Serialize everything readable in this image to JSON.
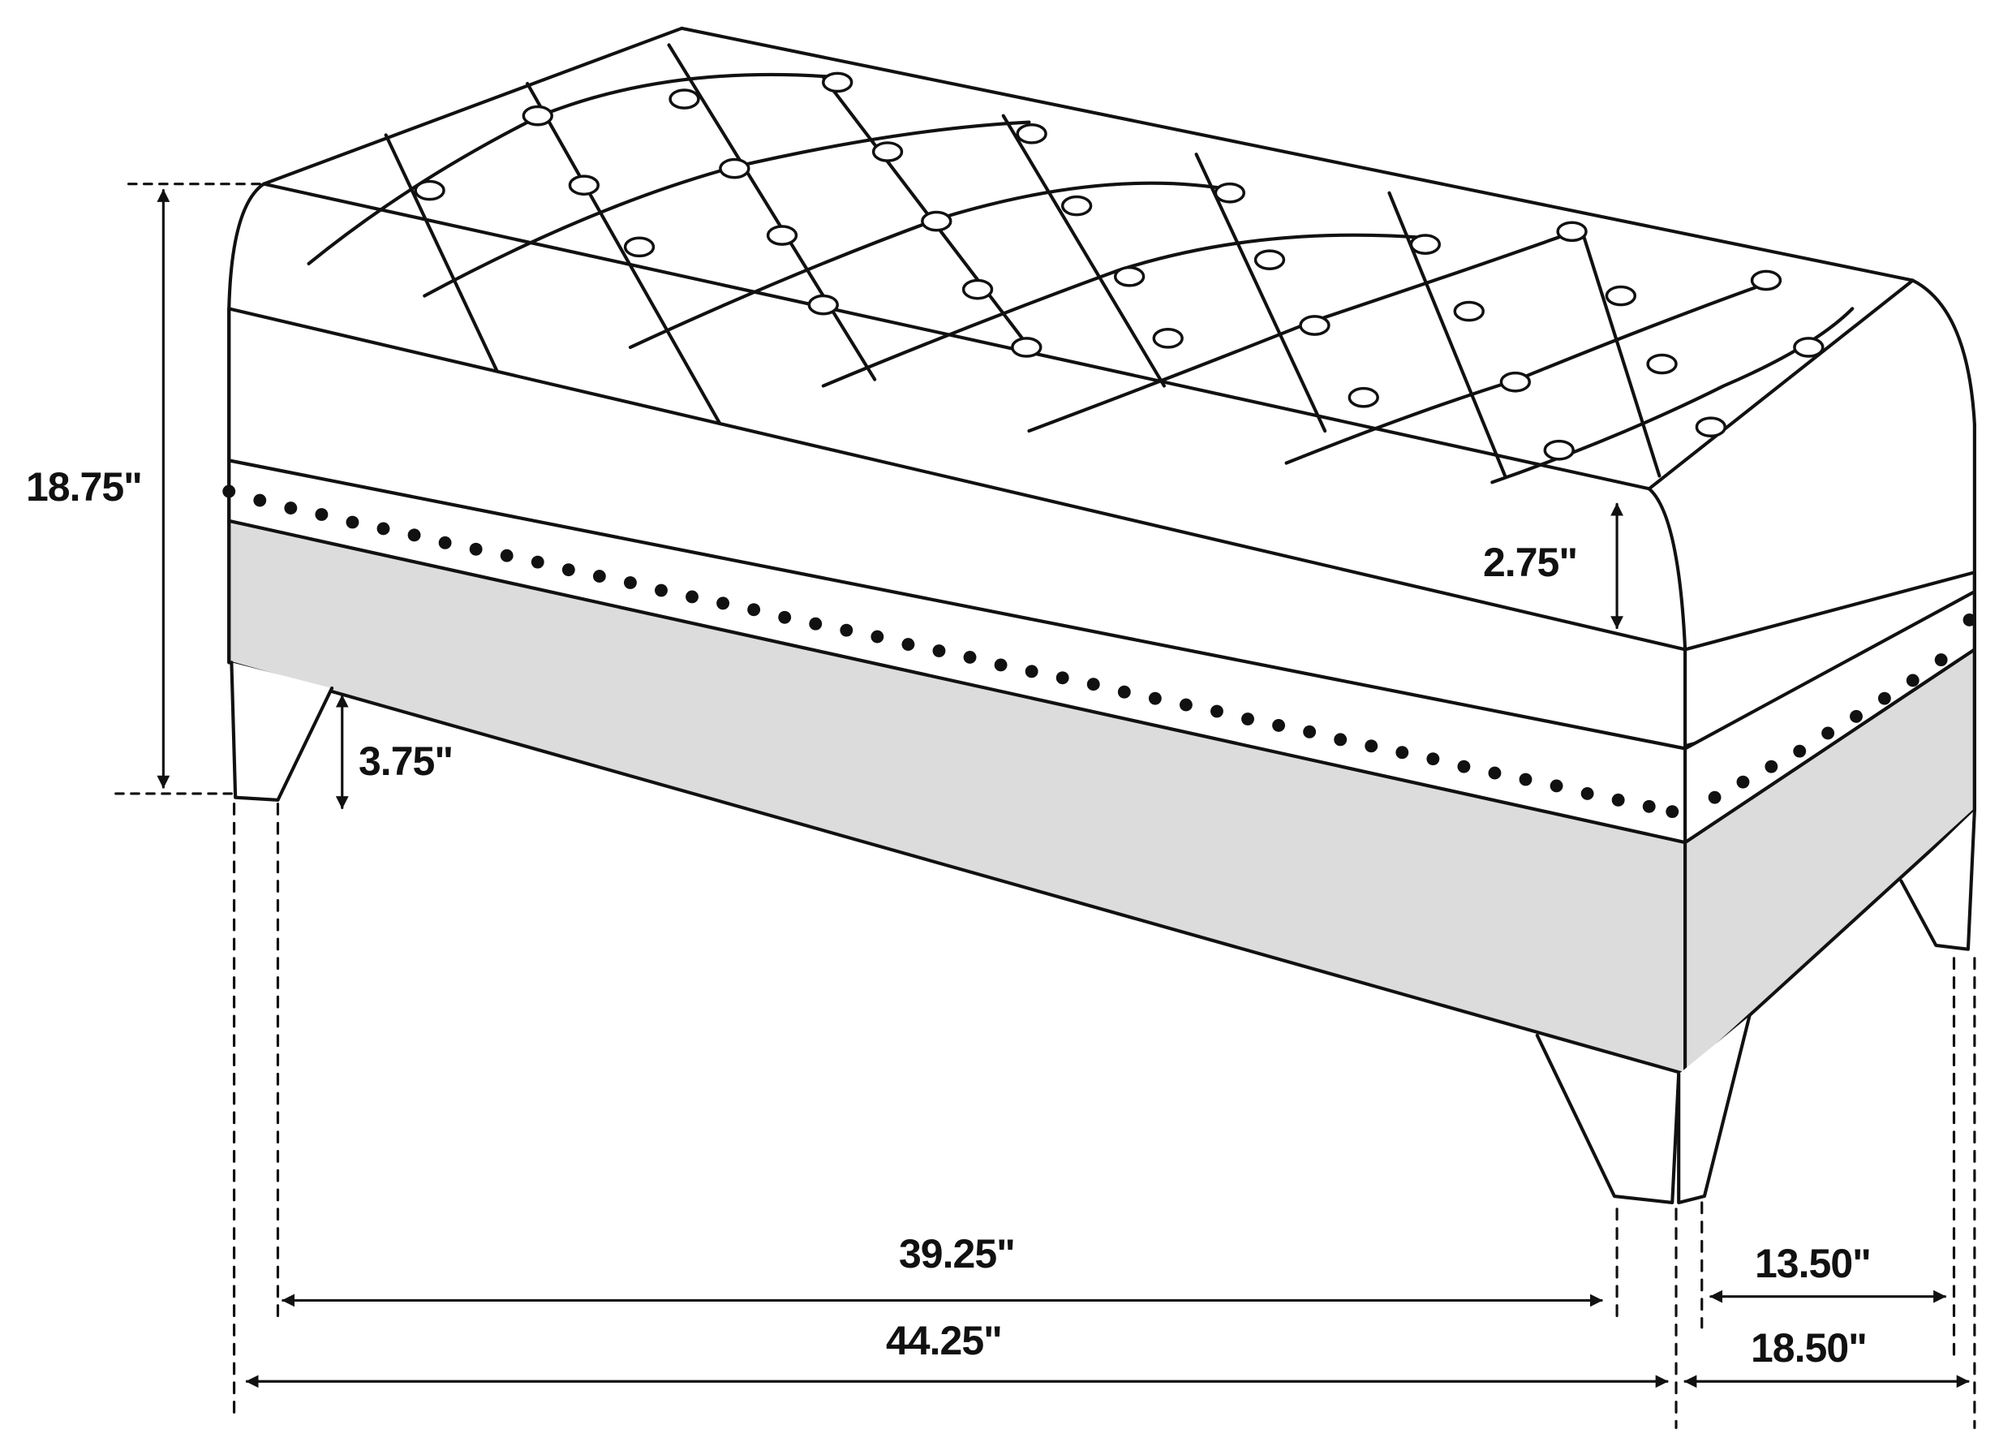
{
  "diagram": {
    "subject": "tufted storage bench with nailhead trim",
    "colors": {
      "line": "#111111",
      "fill": "#ffffff",
      "band_fill": "#dcdcdc"
    },
    "dimensions": {
      "overall_height": "18.75\"",
      "top_cushion_height": "2.75\"",
      "leg_height": "3.75\"",
      "inner_leg_width": "39.25\"",
      "overall_width": "44.25\"",
      "inner_leg_depth": "13.50\"",
      "overall_depth": "18.50\""
    }
  }
}
